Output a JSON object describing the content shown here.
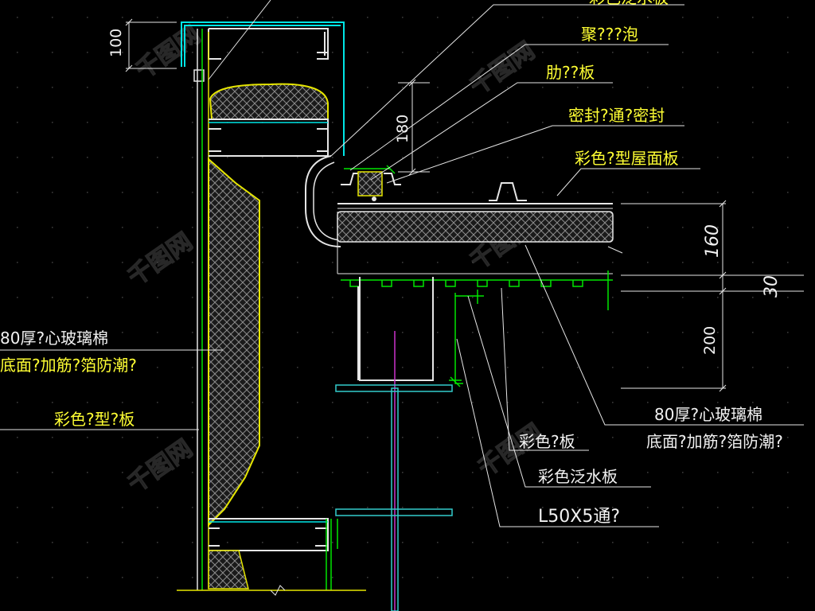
{
  "drawing": {
    "background_color": "#000000",
    "colors": {
      "wall_line": "#00e600",
      "insulation_outline": "#e6e600",
      "flashing": "#00e6e6",
      "steel": "#33cccc",
      "column": "#cc33cc",
      "dimension": "#e6e6e6",
      "label_yellow": "#ffff33",
      "hatch": "#8c8c8c"
    },
    "labels": {
      "top_cut": "彩色泛水板",
      "sealing_foam": "聚???泡",
      "rib_plate": "肋??板",
      "seal_strip": "密封?通?密封",
      "roof_panel": "彩色?型屋面板",
      "wall_insulation_line1": "80厚?心玻璃棉",
      "wall_insulation_line2": "底面?加筋?箔防潮?",
      "wall_panel": "彩色?型?板",
      "roof_insulation_line1": "80厚?心玻璃棉",
      "roof_insulation_line2": "底面?加筋?箔防潮?",
      "color_plate": "彩色?板",
      "color_flashing": "彩色泛水板",
      "angle_steel": "L50X5通?"
    },
    "dimensions": {
      "top_cap": "100",
      "flashing_height": "180",
      "roof_thickness": "160",
      "purlin_depth": "200",
      "gap": "30"
    },
    "watermark": "千图网"
  }
}
